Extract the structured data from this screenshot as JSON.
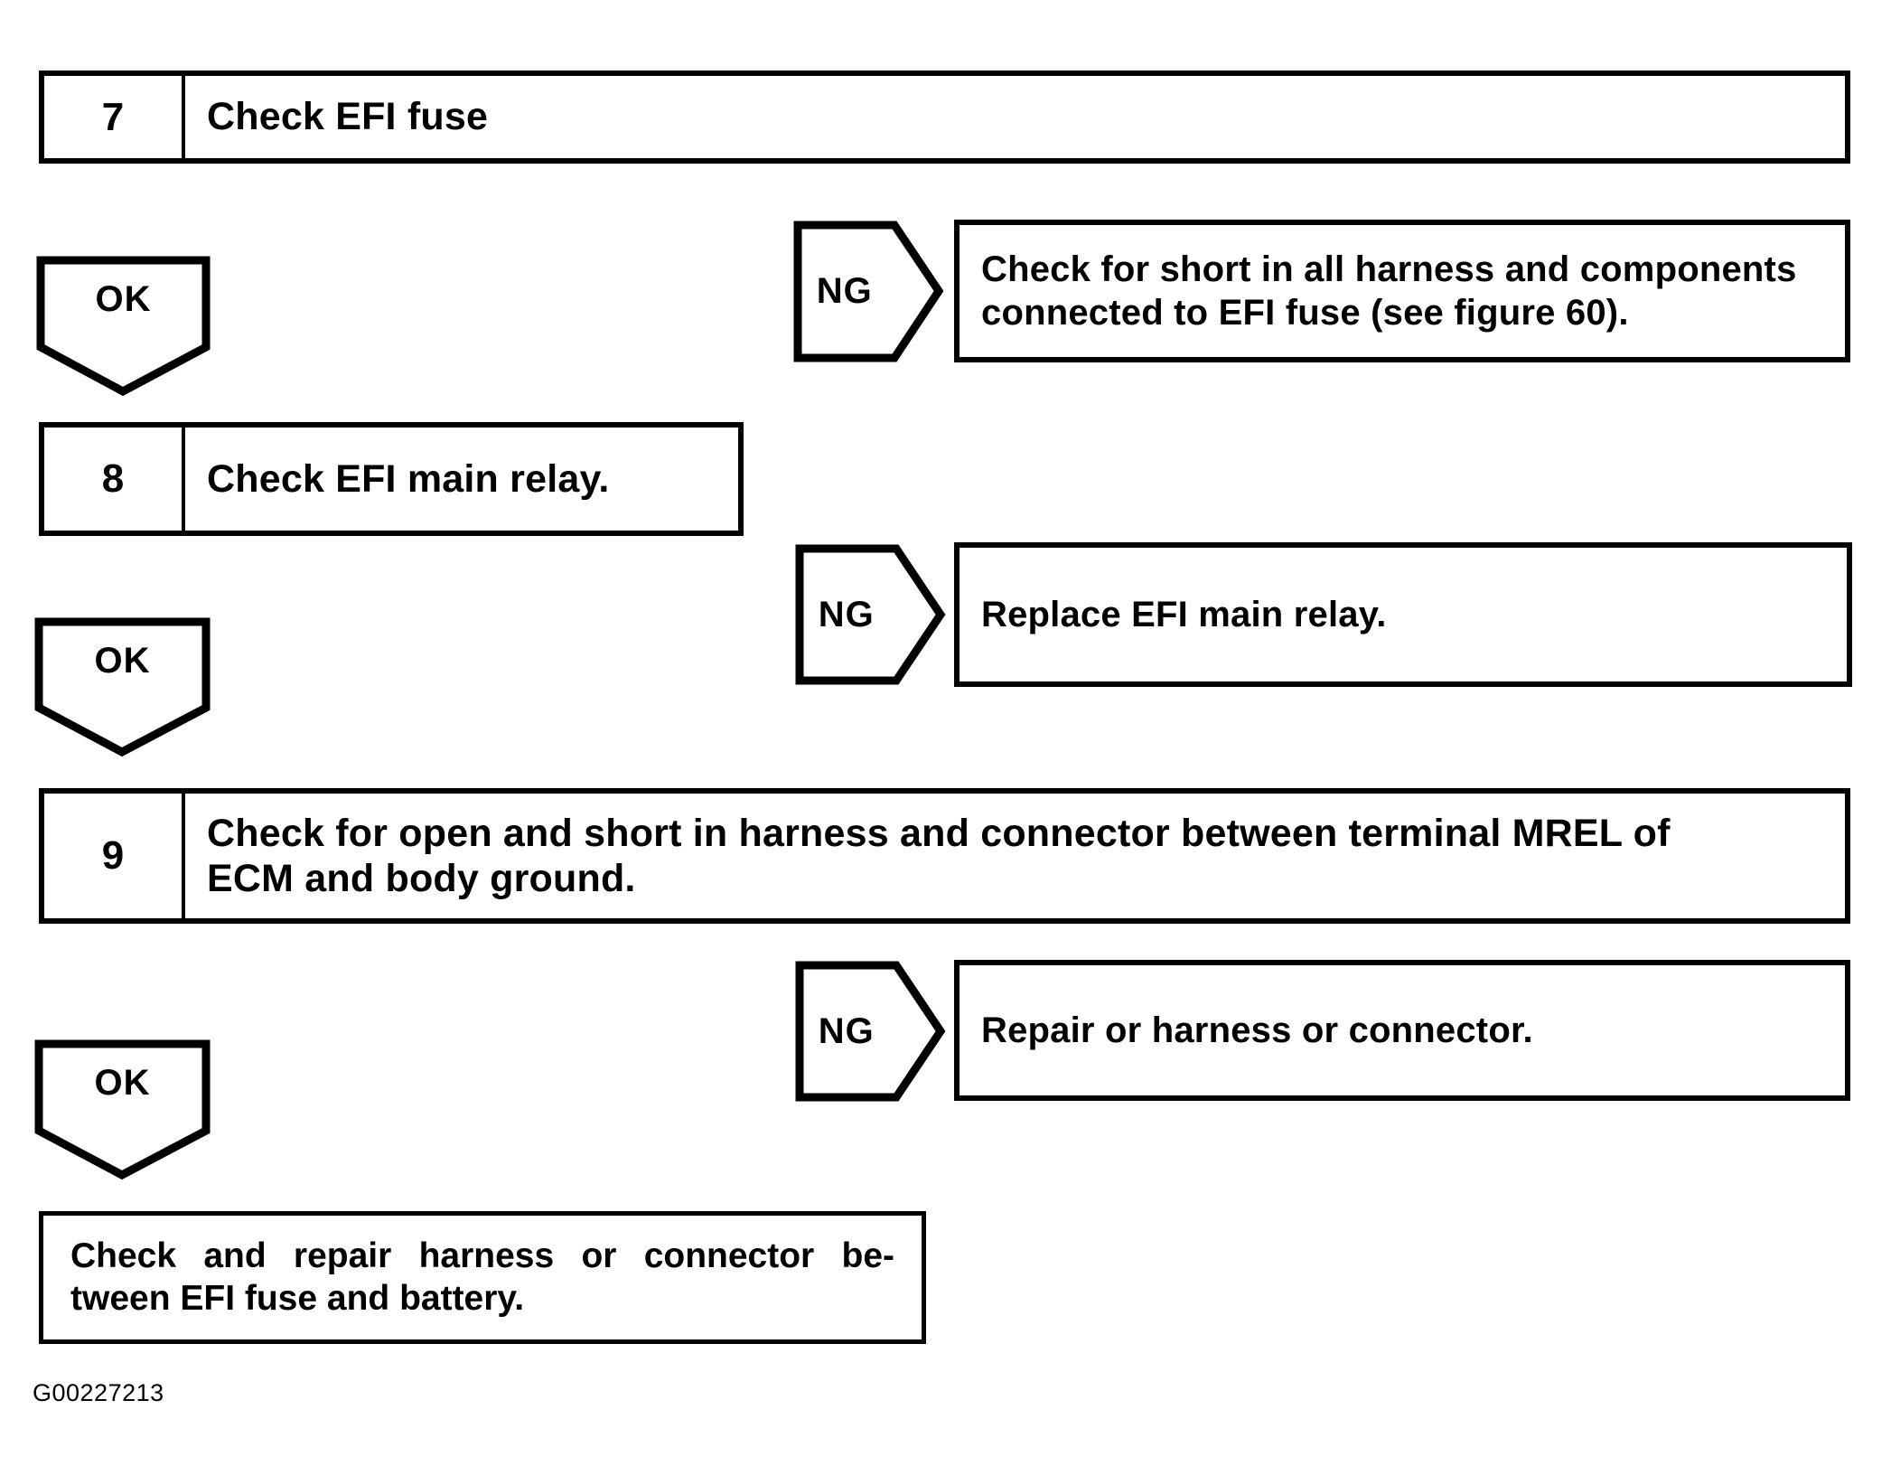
{
  "steps": [
    {
      "number": "7",
      "lines": [
        "Check EFI fuse"
      ]
    },
    {
      "number": "8",
      "lines": [
        "Check EFI main relay."
      ]
    },
    {
      "number": "9",
      "lines": [
        "Check for open and short in harness and connector between terminal MREL of",
        "ECM and body ground."
      ]
    }
  ],
  "connectors": {
    "ok_label": "OK",
    "ng_label": "NG"
  },
  "results": [
    {
      "lines": [
        "Check for short in all harness and components",
        "connected to EFI fuse (see figure 60)."
      ]
    },
    {
      "lines": [
        "Replace EFI main relay."
      ]
    },
    {
      "lines": [
        "Repair or harness or connector."
      ]
    }
  ],
  "terminal": {
    "lines": [
      "Check and repair harness or connector be-",
      "tween EFI fuse and battery."
    ]
  },
  "figure_code": "G00227213",
  "colors": {
    "ink": "#000000",
    "paper": "#ffffff"
  }
}
